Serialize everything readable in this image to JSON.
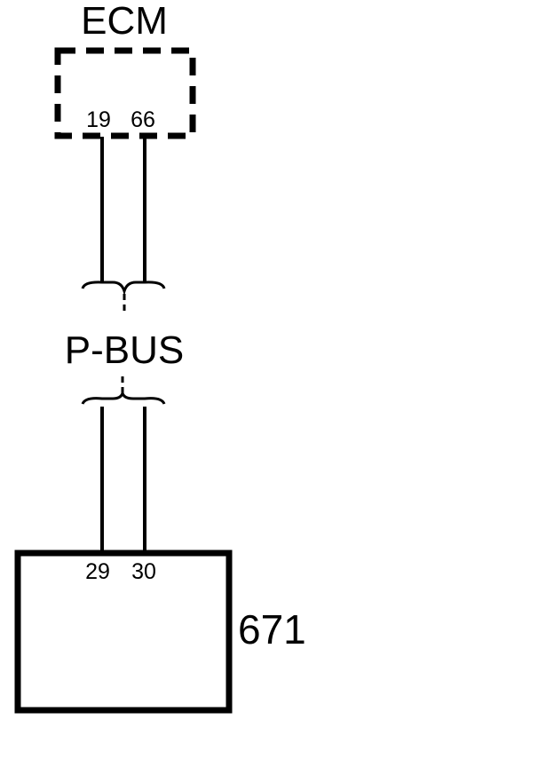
{
  "diagram": {
    "ecm": {
      "label": "ECM",
      "pins": [
        "19",
        "66"
      ]
    },
    "bus": {
      "label": "P-BUS"
    },
    "module": {
      "id": "671",
      "pins": [
        "29",
        "30"
      ]
    },
    "colors": {
      "line": "#000000",
      "background": "#ffffff"
    }
  }
}
